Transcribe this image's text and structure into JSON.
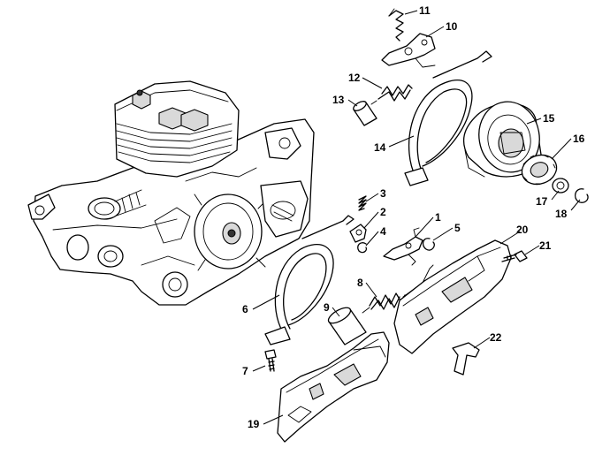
{
  "callouts": [
    {
      "id": "1",
      "label": "1"
    },
    {
      "id": "2",
      "label": "2"
    },
    {
      "id": "3",
      "label": "3"
    },
    {
      "id": "4",
      "label": "4"
    },
    {
      "id": "5",
      "label": "5"
    },
    {
      "id": "6",
      "label": "6"
    },
    {
      "id": "7",
      "label": "7"
    },
    {
      "id": "8",
      "label": "8"
    },
    {
      "id": "9",
      "label": "9"
    },
    {
      "id": "10",
      "label": "10"
    },
    {
      "id": "11",
      "label": "11"
    },
    {
      "id": "12",
      "label": "12"
    },
    {
      "id": "13",
      "label": "13"
    },
    {
      "id": "14",
      "label": "14"
    },
    {
      "id": "15",
      "label": "15"
    },
    {
      "id": "16",
      "label": "16"
    },
    {
      "id": "17",
      "label": "17"
    },
    {
      "id": "18",
      "label": "18"
    },
    {
      "id": "19",
      "label": "19"
    },
    {
      "id": "20",
      "label": "20"
    },
    {
      "id": "21",
      "label": "21"
    },
    {
      "id": "22",
      "label": "22"
    }
  ],
  "colors": {
    "line": "#000000",
    "background": "#ffffff",
    "shade": "#d9d9d9"
  }
}
